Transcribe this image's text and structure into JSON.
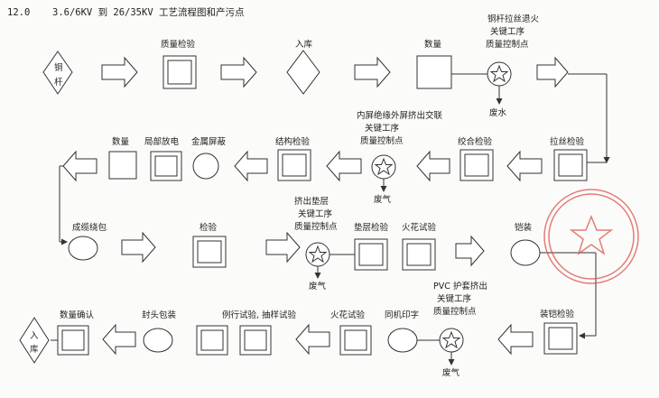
{
  "header": {
    "section": "12.0",
    "title": "3.6/6KV 到 26/35KV 工艺流程图和产污点"
  },
  "labels": {
    "copper_start": "铜",
    "copper_start2": "杆",
    "quality_check_1": "质量检验",
    "storage_in": "入库",
    "quantity_1": "数量",
    "annealing_1": "铜杆拉丝退火",
    "annealing_2": "关键工序",
    "annealing_3": "质量控制点",
    "waste_water": "废水",
    "drawing_check": "拉丝检验",
    "stranding_check": "绞合检验",
    "extrusion_1": "内屏绝缘外屏挤出交联",
    "extrusion_2": "关键工序",
    "extrusion_3": "质量控制点",
    "waste_gas_1": "废气",
    "structure_check": "结构检验",
    "shield": "金属屏蔽",
    "partial_discharge": "局部放电",
    "quantity_2": "数量",
    "cabling": "成缆绕包",
    "inspection": "检验",
    "filler_1": "挤出垫层",
    "filler_2": "关键工序",
    "filler_3": "质量控制点",
    "waste_gas_2": "废气",
    "filler_check": "垫层检验",
    "spark_test_1": "火花试验",
    "armor": "铠装",
    "armor_check": "装铠检验",
    "pvc_1": "PVC 护套挤出",
    "pvc_2": "关键工序",
    "pvc_3": "质量控制点",
    "waste_gas_3": "废气",
    "printing": "同机印字",
    "spark_test_2": "火花试验",
    "routine_test": "例行试验, 抽样试验",
    "seal_pack": "封头包装",
    "qty_confirm": "数量确认",
    "storage_end": "入",
    "storage_end2": "库"
  },
  "colors": {
    "line": "#333333",
    "seal": "#d9534f"
  }
}
